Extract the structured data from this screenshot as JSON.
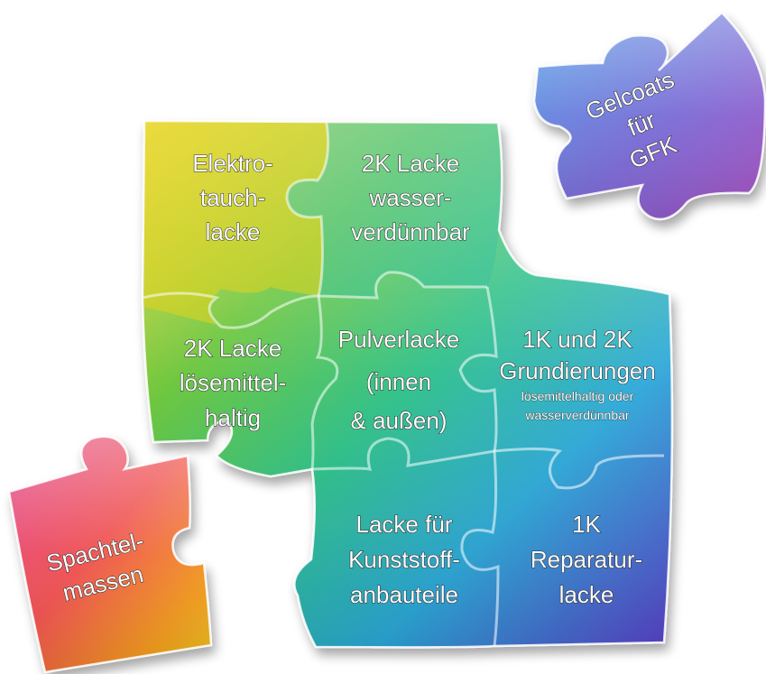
{
  "pieces": {
    "elektro": [
      "Elektro-",
      "tauch-",
      "lacke"
    ],
    "wasser": [
      "2K Lacke",
      "wasser-",
      "verdünnbar"
    ],
    "gelcoats": [
      "Gelcoats",
      "für",
      "GFK"
    ],
    "loese": [
      "2K Lacke",
      "lösemittel-",
      "haltig"
    ],
    "pulver": [
      "Pulverlacke",
      "(innen",
      "& außen)"
    ],
    "grund": [
      "1K und 2K",
      "Grundierungen"
    ],
    "grund_sub": [
      "lösemittelhaltig oder",
      "wasserverdünnbar"
    ],
    "spachtel": [
      "Spachtel-",
      "massen"
    ],
    "kunststoff": [
      "Lacke für",
      "Kunststoff-",
      "anbauteile"
    ],
    "reparatur": [
      "1K",
      "Reparatur-",
      "lacke"
    ]
  },
  "colors": {
    "yellow": "#e8d51a",
    "green": "#3dbb45",
    "teal": "#2ec0b8",
    "blue": "#3a86d8",
    "purple": "#7a3fc0",
    "pink": "#e83f7a",
    "orange": "#f08a1c"
  }
}
